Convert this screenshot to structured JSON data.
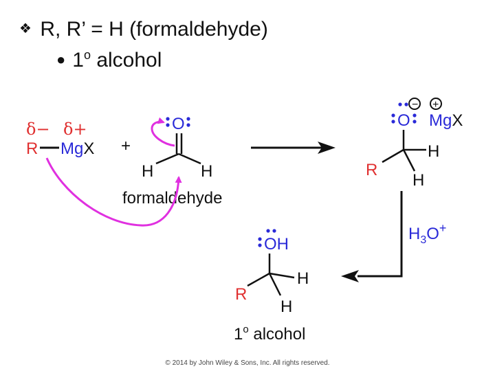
{
  "heading": {
    "bullet_glyph": "❖",
    "line1": "R, R’ = H (formaldehyde)",
    "sub_bullet": "●",
    "line2_number": "1",
    "line2_sup": "o",
    "line2_text": " alcohol"
  },
  "reagent": {
    "delta_minus": "δ−",
    "delta_plus": "δ+",
    "r": "R",
    "mgx": "Mg",
    "mgx_x": "X"
  },
  "plus": "+",
  "formaldehyde": {
    "o": "O",
    "h_left": "H",
    "h_right": "H",
    "label": "formaldehyde"
  },
  "intermediate": {
    "o": "O",
    "minus": "−",
    "plus": "+",
    "mgx": "Mg",
    "mgx_x": "X",
    "h1": "H",
    "h2": "H",
    "r": "R"
  },
  "step_reagent": {
    "h": "H",
    "sub": "3",
    "o": "O",
    "sup": "+"
  },
  "product": {
    "oh": "OH",
    "h1": "H",
    "h2": "H",
    "r": "R",
    "label_number": "1",
    "label_sup": "o",
    "label_text": " alcohol"
  },
  "copyright": "© 2014 by John Wiley & Sons, Inc. All rights reserved.",
  "colors": {
    "red": "#e03030",
    "blue": "#2a2ad8",
    "magenta": "#e030e0",
    "black": "#111111"
  }
}
